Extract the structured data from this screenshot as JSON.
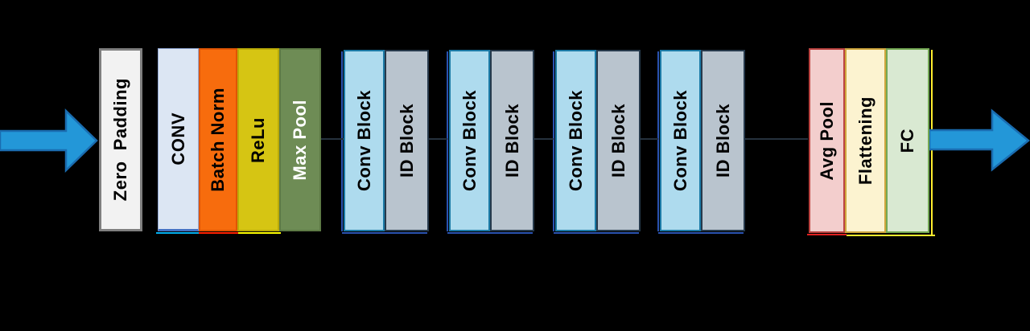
{
  "diagram_type": "cnn-architecture-flow",
  "palette": {
    "background": "#000000",
    "arrow_fill": "#2397d8",
    "arrow_stroke": "#1a6cb0",
    "zero_padding_fill": "#f2f2f2",
    "zero_padding_border": "#7f7f7f",
    "conv_fill": "#dce6f3",
    "batch_norm_fill": "#f76c0d",
    "relu_fill": "#d6c513",
    "max_pool_fill": "#6e8c55",
    "conv_block_fill": "#aedbee",
    "conv_block_border": "#1b7aa6",
    "id_block_fill": "#b9c4ce",
    "id_block_border": "#26394b",
    "avg_pool_fill": "#f3cecd",
    "flattening_fill": "#fcf3d0",
    "fc_fill": "#d9e9d2",
    "underline_cyan": "#00b0f0",
    "underline_red": "#ff1f00",
    "underline_yellow": "#ffee2e",
    "pair_offset_outline": "#2a52b0"
  },
  "input_arrow": {
    "direction": "right"
  },
  "output_arrow": {
    "direction": "right"
  },
  "zero_padding": {
    "label": "Zero  Padding"
  },
  "stem": {
    "items": [
      {
        "label": "CONV",
        "text_color": "#000000"
      },
      {
        "label": "Batch Norm",
        "text_color": "#000000"
      },
      {
        "label": "ReLu",
        "text_color": "#000000"
      },
      {
        "label": "Max Pool",
        "text_color": "#ffffff"
      }
    ]
  },
  "stages": [
    {
      "conv_label": "Conv Block",
      "id_label": "ID Block"
    },
    {
      "conv_label": "Conv Block",
      "id_label": "ID Block"
    },
    {
      "conv_label": "Conv Block",
      "id_label": "ID Block"
    },
    {
      "conv_label": "Conv Block",
      "id_label": "ID Block"
    }
  ],
  "head": {
    "items": [
      {
        "label": "Avg Pool"
      },
      {
        "label": "Flattening"
      },
      {
        "label": "FC"
      }
    ]
  }
}
